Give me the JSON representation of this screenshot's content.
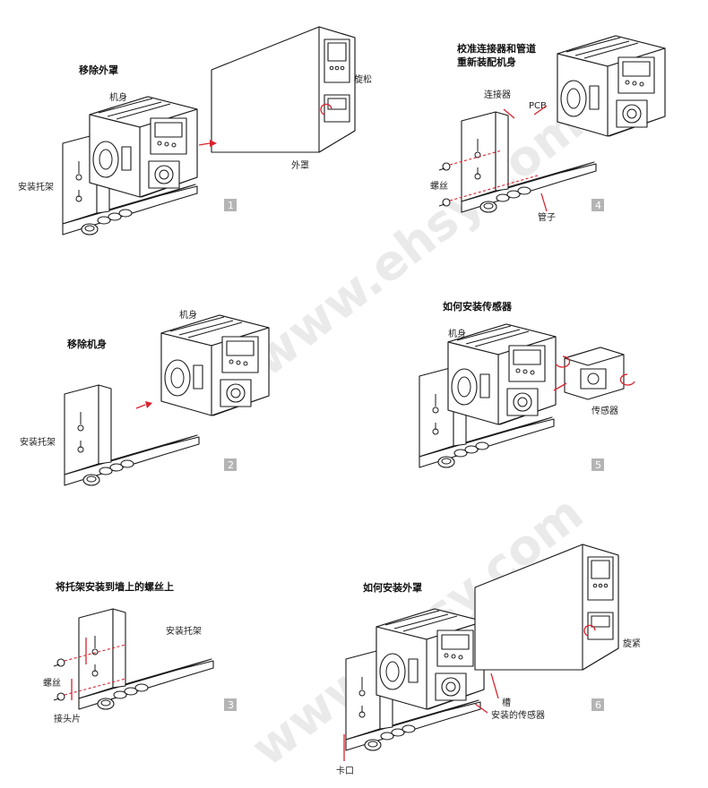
{
  "watermark": "www.ehsy.com",
  "steps": [
    {
      "number": "1",
      "title": "移除外罩",
      "labels": {
        "body": "机身",
        "bracket": "安装托架",
        "loosen": "旋松",
        "cover": "外罩"
      }
    },
    {
      "number": "2",
      "title": "移除机身",
      "labels": {
        "body": "机身",
        "bracket": "安装托架"
      }
    },
    {
      "number": "3",
      "title": "将托架安装到墙上的螺丝上",
      "labels": {
        "bracket": "安装托架",
        "screw": "螺丝",
        "tab": "接头片"
      }
    },
    {
      "number": "4",
      "title_line1": "校准连接器和管道",
      "title_line2": "重新装配机身",
      "labels": {
        "connector": "连接器",
        "pcb": "PCB",
        "screw": "螺丝",
        "tube": "管子"
      }
    },
    {
      "number": "5",
      "title": "如何安装传感器",
      "labels": {
        "body": "机身",
        "sensor": "传感器"
      }
    },
    {
      "number": "6",
      "title": "如何安装外罩",
      "labels": {
        "tighten": "旋紧",
        "slot": "槽",
        "installed_sensor": "安装的传感器",
        "clip": "卡口"
      }
    }
  ]
}
